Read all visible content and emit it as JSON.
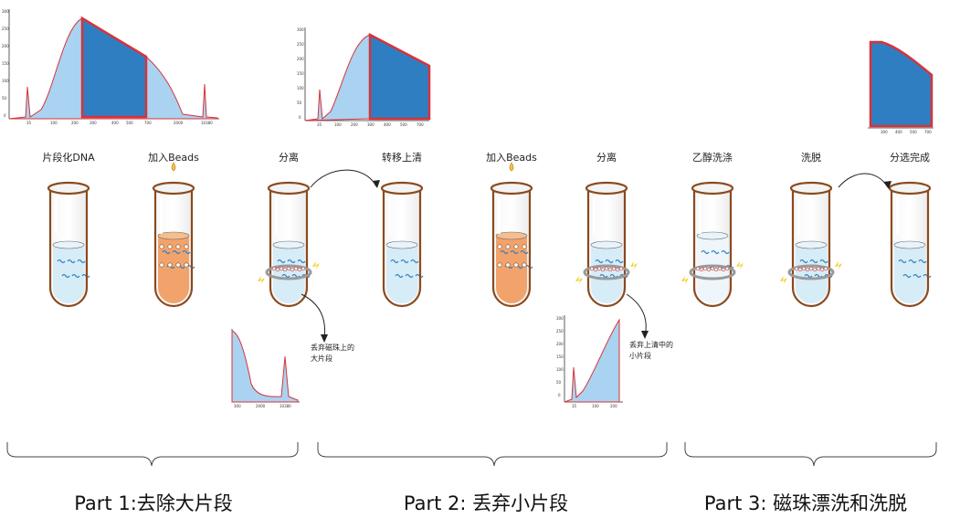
{
  "steps": [
    {
      "label": "片段化DNA",
      "liquid": "clear",
      "beads": false,
      "magnet": false
    },
    {
      "label": "加入Beads",
      "liquid": "orange",
      "beads": true,
      "magnet": false,
      "drop": true
    },
    {
      "label": "分离",
      "liquid": "clear",
      "beads": true,
      "magnet": true
    },
    {
      "label": "转移上清",
      "liquid": "clear",
      "beads": false,
      "magnet": false
    },
    {
      "label": "加入Beads",
      "liquid": "orange",
      "beads": true,
      "magnet": false,
      "drop": true
    },
    {
      "label": "分离",
      "liquid": "clear",
      "beads": true,
      "magnet": true
    },
    {
      "label": "乙醇洗涤",
      "liquid": "clear",
      "beads": true,
      "magnet": true,
      "empty": true
    },
    {
      "label": "洗脱",
      "liquid": "clear",
      "beads": true,
      "magnet": true
    },
    {
      "label": "分选完成",
      "liquid": "clear",
      "beads": false,
      "magnet": false
    }
  ],
  "notes": {
    "discard_large": [
      "丢弃磁珠上的",
      "大片段"
    ],
    "discard_small": [
      "丢弃上清中的",
      "小片段"
    ]
  },
  "parts": [
    {
      "label": "Part 1:去除大片段"
    },
    {
      "label": "Part 2: 丢弃小片段"
    },
    {
      "label": "Part 3: 磁珠漂洗和洗脱"
    }
  ],
  "charts": {
    "chart1": {
      "yticks": [
        "300",
        "250",
        "200",
        "150",
        "100",
        "50",
        "0"
      ],
      "xticks": [
        "35",
        "100",
        "200",
        "300",
        "400",
        "500",
        "700",
        "2000",
        "10380"
      ]
    },
    "chart2": {
      "yticks": [
        "300",
        "250",
        "200",
        "150",
        "100",
        "50",
        "0"
      ],
      "xticks": [
        "35",
        "100",
        "200",
        "300",
        "400",
        "500",
        "700"
      ]
    },
    "chart3": {
      "xticks": [
        "300",
        "400",
        "500",
        "700"
      ]
    },
    "chart4": {
      "xticks": [
        "300",
        "2000",
        "10380"
      ]
    },
    "chart5": {
      "yticks": [
        "300",
        "250",
        "200",
        "150",
        "100",
        "50",
        "0"
      ],
      "xticks": [
        "35",
        "100",
        "200"
      ]
    }
  },
  "colors": {
    "light_blue": "#a9d3f0",
    "dark_blue": "#2f7ec1",
    "red": "#d6343a",
    "orange": "#f2a36b",
    "tube_rim": "#8a4a1f",
    "magnet": "#9a9a9a",
    "spark": "#f2cd1a"
  }
}
